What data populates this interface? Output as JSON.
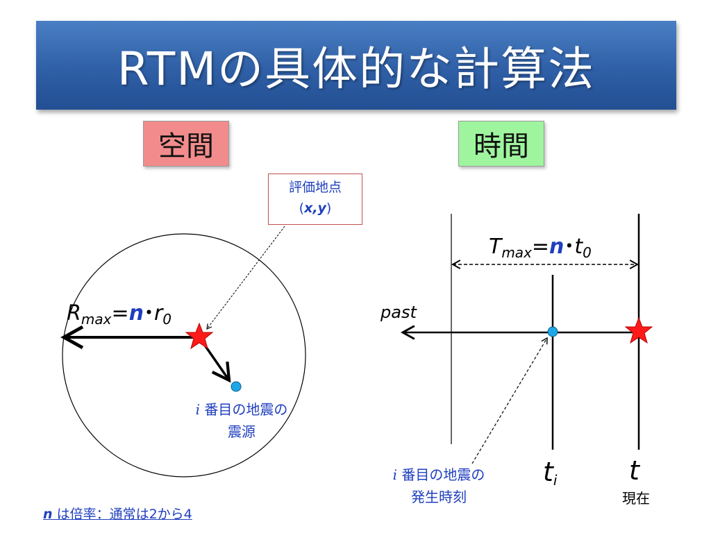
{
  "title": "RTMの具体的な計算法",
  "space_label": "空間",
  "time_label": "時間",
  "callout": {
    "line1": "評価地点",
    "open": "(",
    "xy": "x,y",
    "close": ")"
  },
  "rmax": {
    "r": "R",
    "sub": "max",
    "eq": "=",
    "n": "n",
    "dot": "･",
    "r0": "r",
    "r0sub": "0"
  },
  "tmax": {
    "t": "T",
    "sub": "max",
    "eq": "=",
    "n": "n",
    "dot": "･",
    "t0": "t",
    "t0sub": "0"
  },
  "past_label": "past",
  "source_label": {
    "i": "i",
    "line1": " 番目の地震の",
    "line2": "震源"
  },
  "occurrence_label": {
    "i": "i",
    "line1": " 番目の地震の",
    "line2": "発生時刻"
  },
  "ti_label": {
    "t": "t",
    "sub": "i"
  },
  "t_label": "t",
  "now_label": "現在",
  "note": {
    "n": "n",
    "text": " は倍率：通常は2から4"
  },
  "colors": {
    "title_bg": "#2f5fa6",
    "space_bg": "#f28c8c",
    "time_bg": "#9ef59e",
    "star": "#ff1a1a",
    "point": "#1ea7e6",
    "text_blue": "#1f3fbf"
  }
}
